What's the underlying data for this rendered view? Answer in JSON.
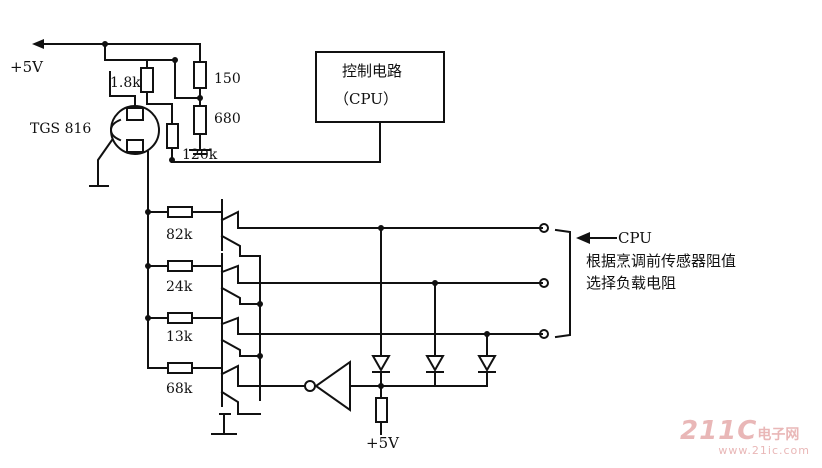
{
  "labels": {
    "vcc_top": "+5V",
    "vcc_bottom": "+5V",
    "sensor": "TGS 816",
    "r1": "1.8k",
    "r2": "150",
    "r3": "680",
    "r4": "120k",
    "rb1": "82k",
    "rb2": "24k",
    "rb3": "13k",
    "rb4": "68k",
    "cpu_arrow": "CPU",
    "note_line1": "根据烹调前传感器阻值",
    "note_line2": "选择负载电阻"
  },
  "control_box": {
    "title": "控制电路",
    "subtitle": "（CPU）"
  },
  "watermark": {
    "brand": "211C",
    "cn": "电子网",
    "url": "www.21ic.com"
  }
}
